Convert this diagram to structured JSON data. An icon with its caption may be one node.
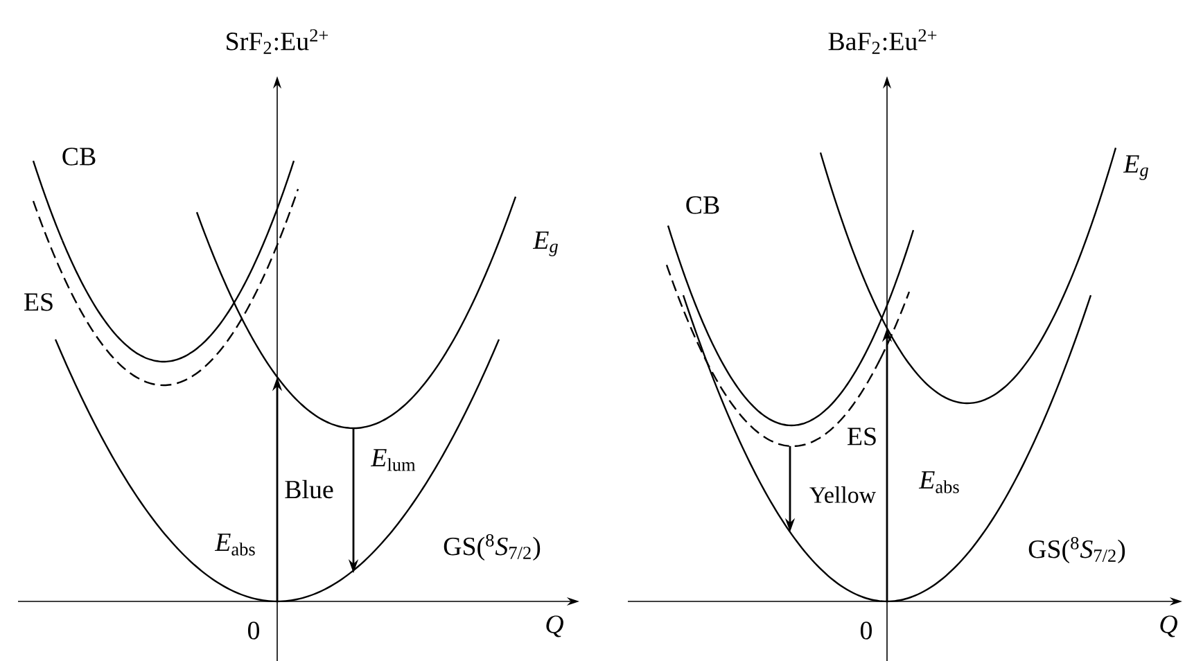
{
  "diagram": {
    "nodes": [
      {
        "text": [
          "GS($^{8}$*S*$_{7/2}$)"
        ]
      },
      {
        "text": [],
        "shape": "curve",
        "beside": [
          "CB"
        ]
      },
      {
        "text": [
          "ES"
        ]
      },
      {
        "text": [],
        "shape": "curve",
        "beside": [
          "E$_{g}$"
        ]
      },
      {
        "text": [
          "GS($^{8}$*S*$_{7/2}$)"
        ]
      },
      {
        "text": [],
        "shape": "curve",
        "beside": [
          "CB"
        ]
      },
      {
        "text": [
          "ES"
        ]
      },
      {
        "text": [],
        "shape": "curve",
        "beside": [
          "E$_{g}$"
        ]
      }
    ],
    "edges": [
      {
        "from": 0,
        "to": 3,
        "arrow": "to"
      },
      {
        "from": 3,
        "to": 0,
        "arrow": "to"
      },
      {
        "from": 4,
        "to": 7,
        "arrow": "to"
      },
      {
        "from": 6,
        "to": 4,
        "arrow": "to"
      }
    ],
    "labels": [
      "SrF$_{2}$:Eu$^{2+}$",
      "Blue",
      "*E*$_{lum}$",
      "*E*$_{abs}$",
      "0",
      "Q",
      "BaF$_{2}$:Eu$^{2+}$",
      "Yellow",
      "*E*$_{abs}$",
      "0",
      "Q"
    ]
  }
}
